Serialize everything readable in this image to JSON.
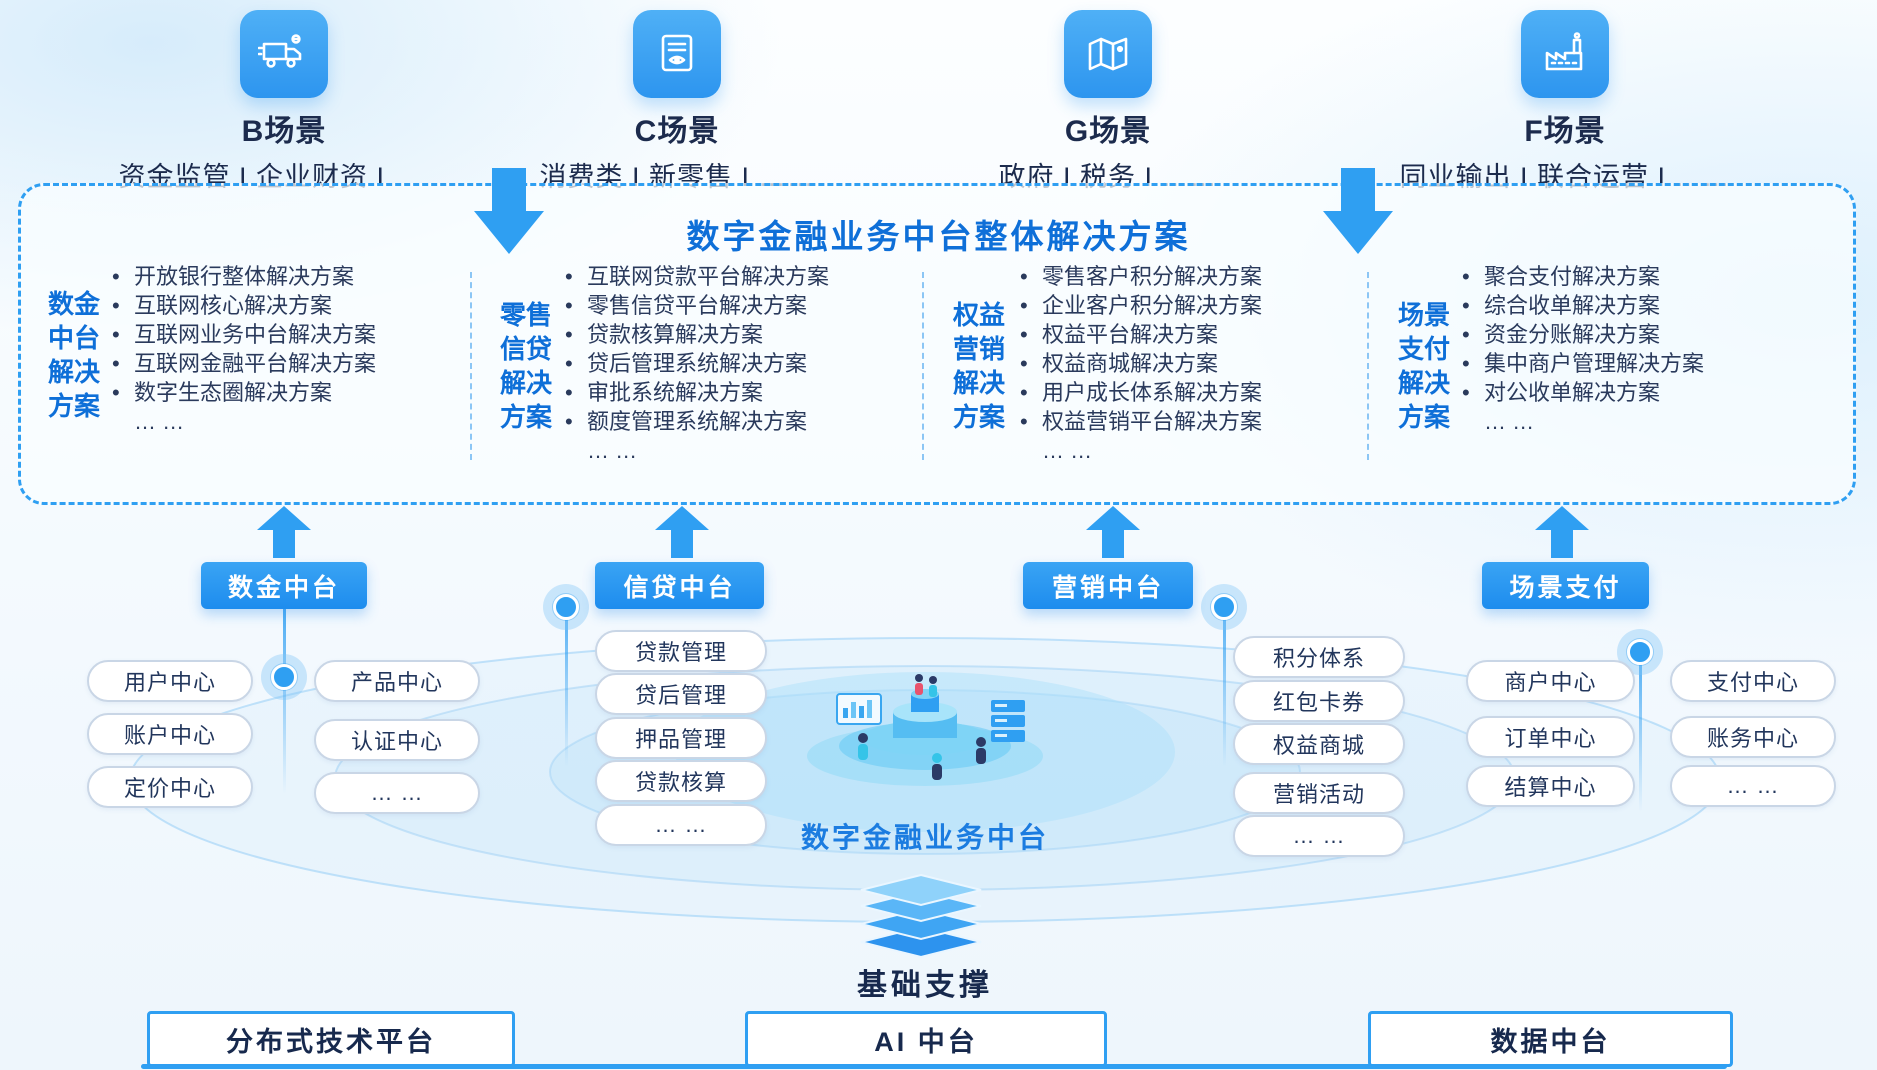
{
  "colors": {
    "accent": "#2f9ff2",
    "panel_title_blue": "#0e6fd8",
    "dark_text": "#1c2b4d",
    "pill_border": "#c9d6e6"
  },
  "scenarios": [
    {
      "title": "B场景",
      "subtitle": "资金监管 I 企业财资 I ……",
      "icon": "truck-icon"
    },
    {
      "title": "C场景",
      "subtitle": "消费类 I 新零售 I ……",
      "icon": "receipt-icon"
    },
    {
      "title": "G场景",
      "subtitle": "政府 I 税务 I ……",
      "icon": "map-icon"
    },
    {
      "title": "F场景",
      "subtitle": "同业输出 I 联合运营 I ……",
      "icon": "factory-icon"
    }
  ],
  "panel": {
    "title": "数字金融业务中台整体解决方案",
    "columns": [
      {
        "label": "数金中台解决方案",
        "items": [
          "开放银行整体解决方案",
          "互联网核心解决方案",
          "互联网业务中台解决方案",
          "互联网金融平台解决方案",
          "数字生态圈解决方案"
        ],
        "more": "… …"
      },
      {
        "label": "零售信贷解决方案",
        "items": [
          "互联网贷款平台解决方案",
          "零售信贷平台解决方案",
          "贷款核算解决方案",
          "贷后管理系统解决方案",
          "审批系统解决方案",
          "额度管理系统解决方案"
        ],
        "more": "… …"
      },
      {
        "label": "权益营销解决方案",
        "items": [
          "零售客户积分解决方案",
          "企业客户积分解决方案",
          "权益平台解决方案",
          "权益商城解决方案",
          "用户成长体系解决方案",
          "权益营销平台解决方案"
        ],
        "more": "… …"
      },
      {
        "label": "场景支付解决方案",
        "items": [
          "聚合支付解决方案",
          "综合收单解决方案",
          "资金分账解决方案",
          "集中商户管理解决方案",
          "对公收单解决方案"
        ],
        "more": "… …"
      }
    ]
  },
  "platform_tabs": [
    "数金中台",
    "信贷中台",
    "营销中台",
    "场景支付"
  ],
  "middle": {
    "center_label": "数字金融业务中台",
    "shujin_a": [
      "用户中心",
      "账户中心",
      "定价中心"
    ],
    "shujin_b": [
      "产品中心",
      "认证中心",
      "… …"
    ],
    "xindai": [
      "贷款管理",
      "贷后管理",
      "押品管理",
      "贷款核算",
      "… …"
    ],
    "yingxiao": [
      "积分体系",
      "红包卡券",
      "权益商城",
      "营销活动",
      "… …"
    ],
    "zhifu_a": [
      "商户中心",
      "订单中心",
      "结算中心"
    ],
    "zhifu_b": [
      "支付中心",
      "账务中心",
      "… …"
    ]
  },
  "foundation": {
    "label": "基础支撑",
    "boxes": [
      "分布式技术平台",
      "AI 中台",
      "数据中台"
    ]
  }
}
